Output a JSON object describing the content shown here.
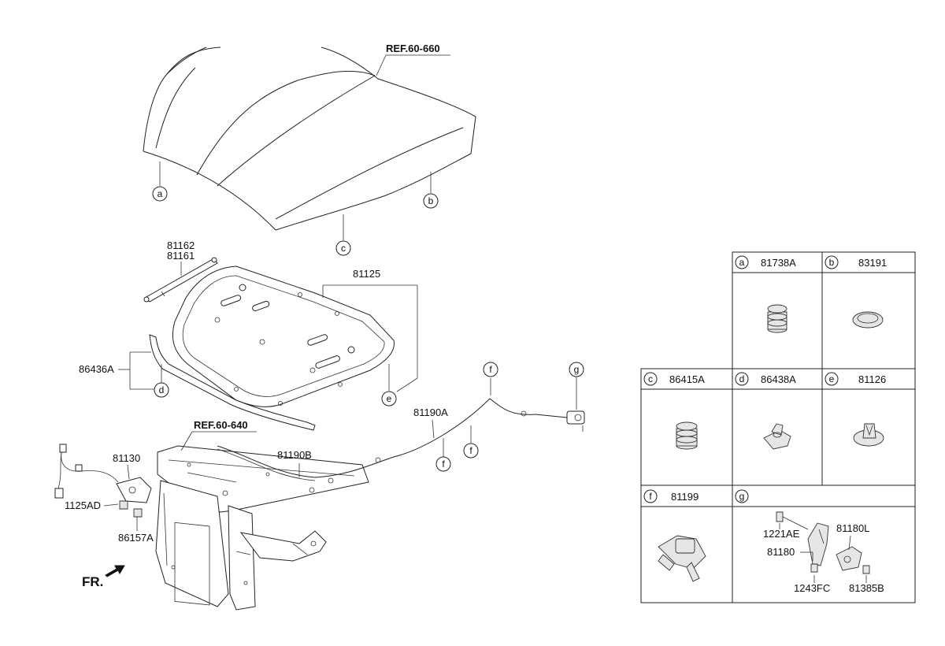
{
  "references": {
    "hood": "REF.60-660",
    "frame": "REF.60-640"
  },
  "front_indicator": "FR.",
  "callouts": {
    "a": "a",
    "b": "b",
    "c": "c",
    "d": "d",
    "e": "e",
    "f": "f",
    "g": "g"
  },
  "part_labels": {
    "stay_rod_1": "81162",
    "stay_rod_2": "81161",
    "hood_insulator": "81125",
    "weatherstrip": "86436A",
    "latch": "81130",
    "bolt": "1125AD",
    "bracket_bolt": "86157A",
    "cable_a": "81190A",
    "cable_b": "81190B"
  },
  "legend_table": {
    "cells": [
      {
        "key": "a",
        "part": "81738A"
      },
      {
        "key": "b",
        "part": "83191"
      },
      {
        "key": "c",
        "part": "86415A"
      },
      {
        "key": "d",
        "part": "86438A"
      },
      {
        "key": "e",
        "part": "81126"
      },
      {
        "key": "f",
        "part": "81199"
      },
      {
        "key": "g",
        "part": ""
      }
    ],
    "g_parts": {
      "screw": "1221AE",
      "handle_l": "81180L",
      "handle": "81180",
      "bolt": "1243FC",
      "nut": "81385B"
    }
  }
}
